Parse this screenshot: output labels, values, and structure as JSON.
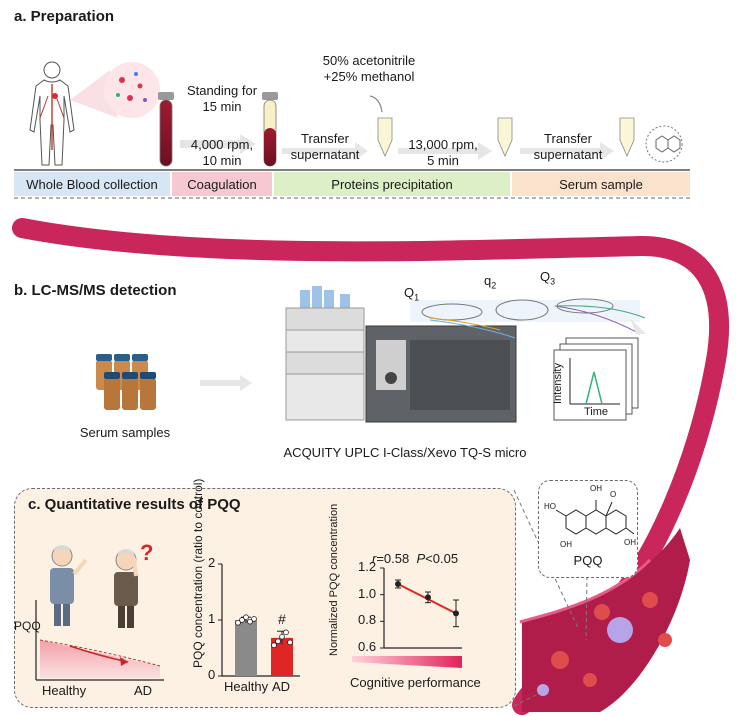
{
  "panel_a": {
    "title": "a. Preparation",
    "standing": [
      "Standing for",
      "15 min"
    ],
    "spin1": [
      "4,000 rpm,",
      "10 min"
    ],
    "transfer1": [
      "Transfer",
      "supernatant"
    ],
    "solvent": [
      "50% acetonitrile",
      "+25% methanol"
    ],
    "spin2": [
      "13,000 rpm,",
      "5 min"
    ],
    "transfer2": [
      "Transfer",
      "supernatant"
    ],
    "stages": [
      {
        "label": "Whole Blood collection",
        "color": "#d6e6f5"
      },
      {
        "label": "Coagulation",
        "color": "#f6c9d2"
      },
      {
        "label": "Proteins precipitation",
        "color": "#dcefc6"
      },
      {
        "label": "Serum sample",
        "color": "#fbe2cc"
      }
    ]
  },
  "panel_b": {
    "title": "b. LC-MS/MS detection",
    "serum_label": "Serum samples",
    "instrument_label": "ACQUITY UPLC I-Class/Xevo TQ-S micro",
    "q1": "Q",
    "q1_sub": "1",
    "q2": "q",
    "q2_sub": "2",
    "q3": "Q",
    "q3_sub": "3",
    "intensity": "Intensity",
    "time": "Time"
  },
  "panel_c": {
    "title": "c. Quantitative results of PQQ",
    "pqq_axis": "PQQ",
    "healthy": "Healthy",
    "ad": "AD",
    "question_mark": "?",
    "pqq_name": "PQQ",
    "oh1": "OH",
    "oh2": "OH",
    "o": "O",
    "ho": "HO",
    "oh3": "OH"
  },
  "chart_data": [
    {
      "type": "bar",
      "ylabel": "PQQ concentration (ratio to control)",
      "categories": [
        "Healthy",
        "AD"
      ],
      "values": [
        1.0,
        0.68
      ],
      "errors": [
        0.05,
        0.12
      ],
      "points": [
        [
          0.95,
          1.0,
          1.05,
          0.97,
          1.02
        ],
        [
          0.55,
          0.62,
          0.7,
          0.78,
          0.6
        ]
      ],
      "ylim": [
        0,
        2
      ],
      "yticks": [
        "0",
        "1",
        "2"
      ],
      "annotation": "#",
      "colors": [
        "#8a8a8a",
        "#e02525"
      ]
    },
    {
      "type": "line",
      "ylabel": "Normalized PQQ concentration",
      "xlabel": "Cognitive performance",
      "y": [
        1.08,
        0.98,
        0.86
      ],
      "errors": [
        0.03,
        0.04,
        0.1
      ],
      "ylim": [
        0.6,
        1.2
      ],
      "yticks": [
        "0.6",
        "0.8",
        "1.0",
        "1.2"
      ],
      "stats_r": "r",
      "stats_r_val": "=0.58",
      "stats_p": "P",
      "stats_p_val": "<0.05",
      "line_color": "#e02525"
    }
  ]
}
